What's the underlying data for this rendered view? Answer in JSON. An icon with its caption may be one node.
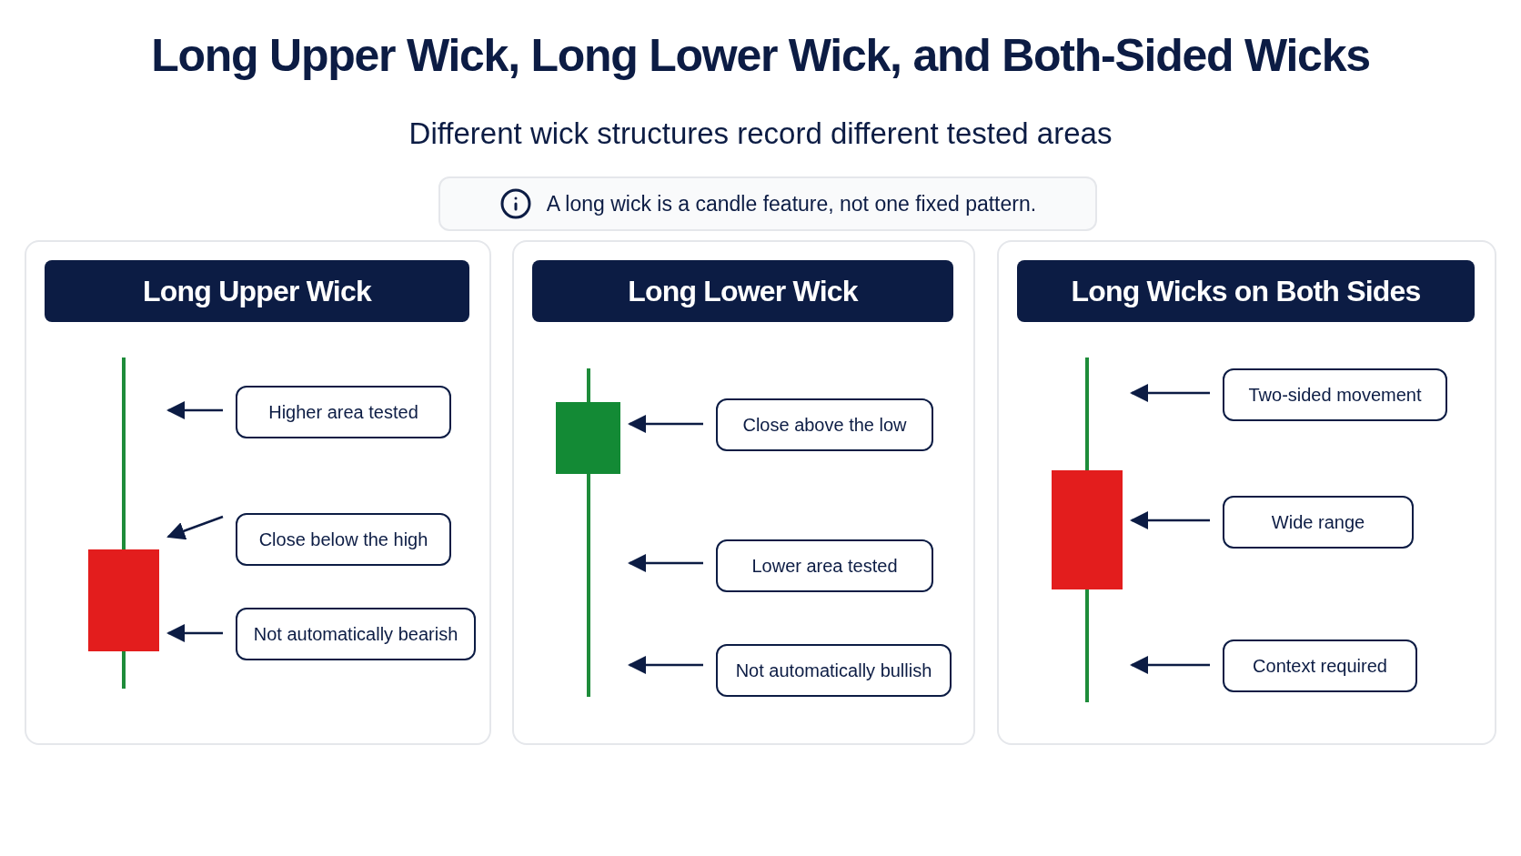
{
  "diagram": {
    "title": "Long Upper Wick, Long Lower Wick, and Both-Sided Wicks",
    "nodes": [
      {
        "text": [
          "A long wick is a candle feature, not one fixed pattern."
        ]
      },
      {
        "text": [
          "Long Upper Wick"
        ]
      },
      {
        "text": [],
        "shape": "candlestick",
        "in": 1
      },
      {
        "text": [
          "Higher area tested"
        ],
        "in": 1
      },
      {
        "text": [
          "Close below the high"
        ],
        "in": 1
      },
      {
        "text": [
          "Not automatically bearish"
        ],
        "in": 1
      },
      {
        "text": [
          "Long Lower Wick"
        ]
      },
      {
        "text": [],
        "shape": "candlestick",
        "in": 6
      },
      {
        "text": [
          "Close above the low"
        ],
        "in": 6
      },
      {
        "text": [
          "Lower area tested"
        ],
        "in": 6
      },
      {
        "text": [
          "Not automatically bullish"
        ],
        "in": 6
      },
      {
        "text": [
          "Long Wicks on Both Sides"
        ]
      },
      {
        "text": [],
        "shape": "candlestick",
        "in": 11
      },
      {
        "text": [
          "Two-sided movement"
        ],
        "in": 11
      },
      {
        "text": [
          "Wide range"
        ],
        "in": 11
      },
      {
        "text": [
          "Context required"
        ],
        "in": 11
      }
    ],
    "edges": [
      {
        "from": 3,
        "to": 2,
        "arrow": "to"
      },
      {
        "from": 4,
        "to": 2,
        "arrow": "to"
      },
      {
        "from": 5,
        "to": 2,
        "arrow": "to"
      },
      {
        "from": 8,
        "to": 7,
        "arrow": "to"
      },
      {
        "from": 9,
        "to": 7,
        "arrow": "to"
      },
      {
        "from": 10,
        "to": 7,
        "arrow": "to"
      },
      {
        "from": 13,
        "to": 12,
        "arrow": "to"
      },
      {
        "from": 14,
        "to": 12,
        "arrow": "to"
      },
      {
        "from": 15,
        "to": 12,
        "arrow": "to"
      }
    ],
    "labels": [
      "Different wick structures record different tested areas"
    ]
  }
}
